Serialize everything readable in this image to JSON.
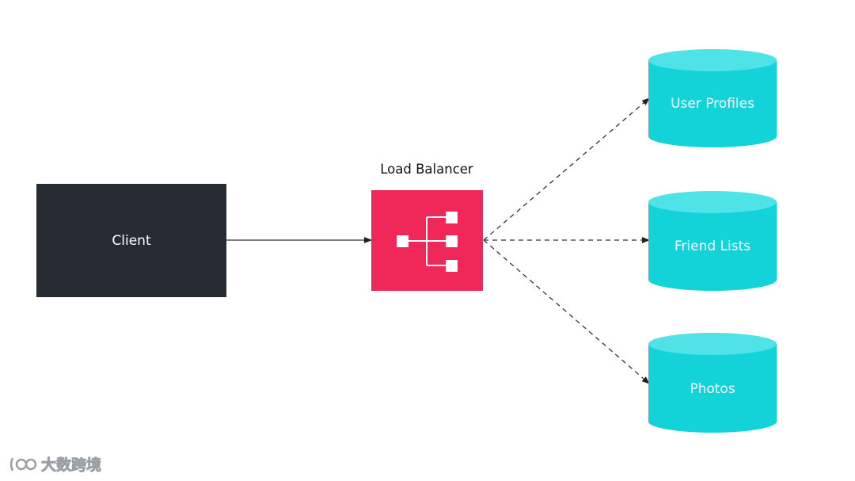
{
  "client": {
    "label": "Client"
  },
  "load_balancer": {
    "title": "Load Balancer"
  },
  "databases": [
    {
      "label": "User Profiles"
    },
    {
      "label": "Friend Lists"
    },
    {
      "label": "Photos"
    }
  ],
  "watermark": {
    "text": "大数跨境"
  },
  "colors": {
    "client_fill": "#272b33",
    "load_balancer_fill": "#f0285a",
    "database_fill": "#13d3d8",
    "database_top": "#4fe2e6",
    "connector": "#333333"
  },
  "icons": {
    "load_balancer": "load-balancer-tree-icon",
    "watermark": "brand-logo-icon"
  }
}
